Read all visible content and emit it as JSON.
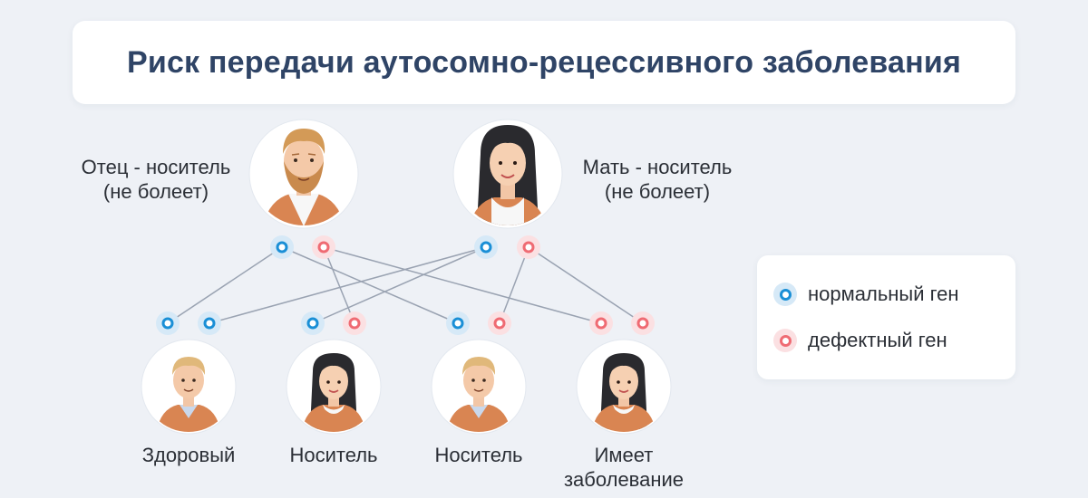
{
  "title": "Риск передачи аутосомно-рецессивного заболевания",
  "parents": {
    "father": {
      "line1": "Отец - носитель",
      "line2": "(не болеет)"
    },
    "mother": {
      "line1": "Мать - носитель",
      "line2": "(не болеет)"
    }
  },
  "children": [
    {
      "label": "Здоровый",
      "genes": [
        "normal",
        "normal"
      ],
      "gender": "boy"
    },
    {
      "label": "Носитель",
      "genes": [
        "normal",
        "defective"
      ],
      "gender": "girl"
    },
    {
      "label": "Носитель",
      "genes": [
        "normal",
        "defective"
      ],
      "gender": "boy"
    },
    {
      "label_line1": "Имеет",
      "label_line2": "заболевание",
      "genes": [
        "defective",
        "defective"
      ],
      "gender": "girl"
    }
  ],
  "legend": {
    "normal": "нормальный ген",
    "defective": "дефектный ген"
  },
  "colors": {
    "background": "#eef1f6",
    "title": "#2f4466",
    "normal_gene": "#1a8fd6",
    "normal_gene_halo": "#d6e9f7",
    "defective_gene": "#ef6b73",
    "defective_gene_halo": "#fbe0e2",
    "connector": "#9aa3b2"
  },
  "icons": {
    "father": "bearded-man-avatar",
    "mother": "long-haired-woman-avatar",
    "boy": "boy-avatar",
    "girl": "girl-avatar"
  }
}
